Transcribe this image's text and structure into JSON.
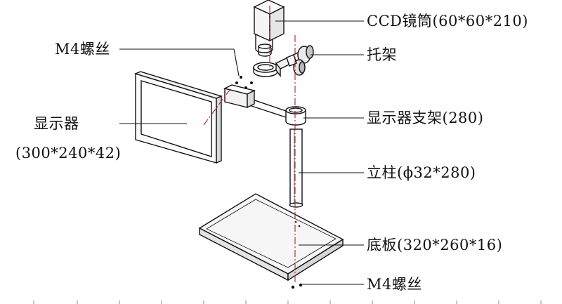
{
  "labels": {
    "ccd_tube": "CCD镜筒(60*60*210)",
    "bracket": "托架",
    "monitor_stand": "显示器支架(280)",
    "column": "立柱(ϕ32*280)",
    "base_plate": "底板(320*260*16)",
    "screw_bottom": "M4螺丝",
    "screw_top": "M4螺丝",
    "monitor": "显示器",
    "monitor_size": "(300*240*42)"
  }
}
